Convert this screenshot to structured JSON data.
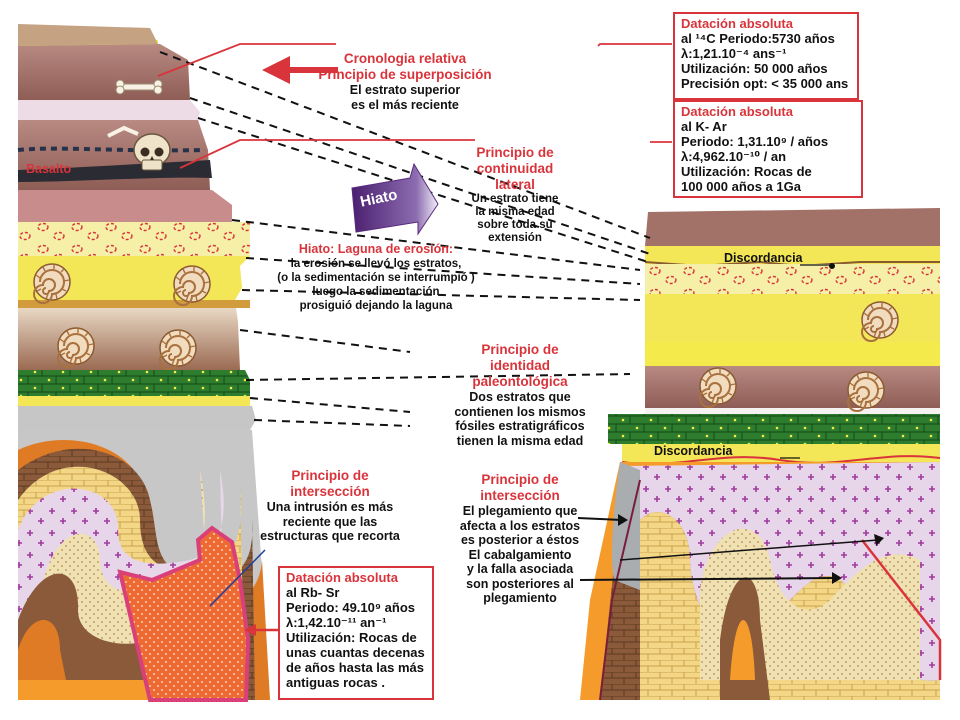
{
  "colors": {
    "accent_red": "#d9343b",
    "hiato_purple": "#5b2a7d",
    "layer_brown": "#a4726b",
    "layer_yellow": "#f4ea4c",
    "layer_green": "#2e7d2e",
    "intrusion_orange": "#ee6a33"
  },
  "icons": [
    "arrow-left-icon",
    "arrow-right-icon",
    "bone-icon",
    "skull-icon",
    "ammonite-icon"
  ],
  "box_c14": {
    "title": "Datación absoluta",
    "lines": [
      "al ¹⁴C  Periodo:5730 años",
      "λ:1,21.10⁻⁴ ans⁻¹",
      "Utilización: 50 000 años",
      "Precisión opt: < 35 000 ans"
    ]
  },
  "box_kar": {
    "title": "Datación absoluta",
    "lines": [
      "al  K- Ar",
      "Periodo: 1,31.10⁹ / años",
      "λ:4,962.10⁻¹⁰ / an",
      "Utilización: Rocas  de",
      "100 000 años a 1Ga"
    ]
  },
  "box_rbsr": {
    "title": "Datación absoluta",
    "lines": [
      "al  Rb- Sr",
      "Periodo: 49.10⁹ años",
      "λ:1,42.10⁻¹¹ an⁻¹",
      "Utilización: Rocas  de",
      "unas cuantas decenas",
      "de años hasta las más",
      "antiguas rocas ."
    ]
  },
  "cronologia": {
    "title": [
      "Cronologia relativa",
      "Principio de superposición"
    ],
    "body": [
      "El estrato superior",
      "es el más reciente"
    ]
  },
  "continuidad": {
    "title": [
      "Principio de",
      "continuidad",
      "lateral"
    ],
    "body": [
      "Un estrato tiene",
      "la misma edad",
      "sobre toda su",
      "extensión"
    ]
  },
  "hiato": {
    "arrow_label": "Hiato",
    "title": "Hiato: Laguna de erosión:",
    "body": [
      "la erosión se llevó los estratos,",
      "(o la sedimentación se interrumpió )",
      "luego la sedimentación",
      "prosiguió dejando la laguna"
    ]
  },
  "identidad": {
    "title": [
      "Principio de",
      "identidad",
      "paleontológica"
    ],
    "body": [
      "Dos estratos que",
      "contienen  los mismos",
      "fósiles estratigráficos",
      "tienen la misma edad"
    ]
  },
  "interseccion_left": {
    "title": [
      "Principio de",
      "intersección"
    ],
    "body": [
      "Una intrusión es más",
      "reciente que las",
      "estructuras que recorta"
    ]
  },
  "interseccion_right": {
    "title": [
      "Principio de",
      "intersección"
    ],
    "body": [
      "El plegamiento que",
      "afecta a los estratos",
      "es posterior a éstos",
      "El cabalgamiento",
      "y la falla asociada",
      "son posteriores al",
      "plegamiento"
    ]
  },
  "labels": {
    "basalto": "Basalto",
    "discordancia_top": "Discordancia",
    "discordancia_bottom": "Discordancia"
  }
}
